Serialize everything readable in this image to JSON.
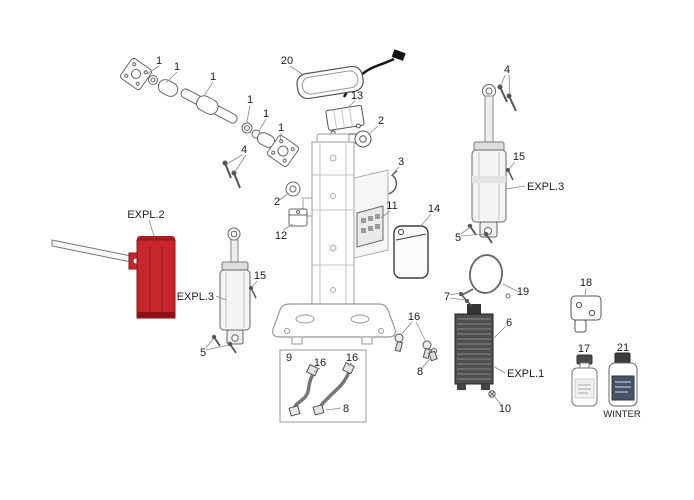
{
  "figure": {
    "type": "exploded-parts-diagram",
    "background": "#ffffff"
  },
  "colors": {
    "barrier_red": "#c9252c",
    "barrier_red_dark": "#8e1418",
    "heater_body": "#4f4f4f",
    "bottle_label_dark": "#46546a"
  },
  "labels": {
    "p1": "1",
    "p2": "2",
    "p3": "3",
    "p4": "4",
    "p5": "5",
    "p6": "6",
    "p7": "7",
    "p8": "8",
    "p9": "9",
    "p10": "10",
    "p11": "11",
    "p12": "12",
    "p13": "13",
    "p14": "14",
    "p15": "15",
    "p16": "16",
    "p17": "17",
    "p18": "18",
    "p19": "19",
    "p20": "20",
    "p21": "21",
    "expl1": "EXPL.1",
    "expl2": "EXPL.2",
    "expl3": "EXPL.3",
    "winter": "WINTER"
  }
}
